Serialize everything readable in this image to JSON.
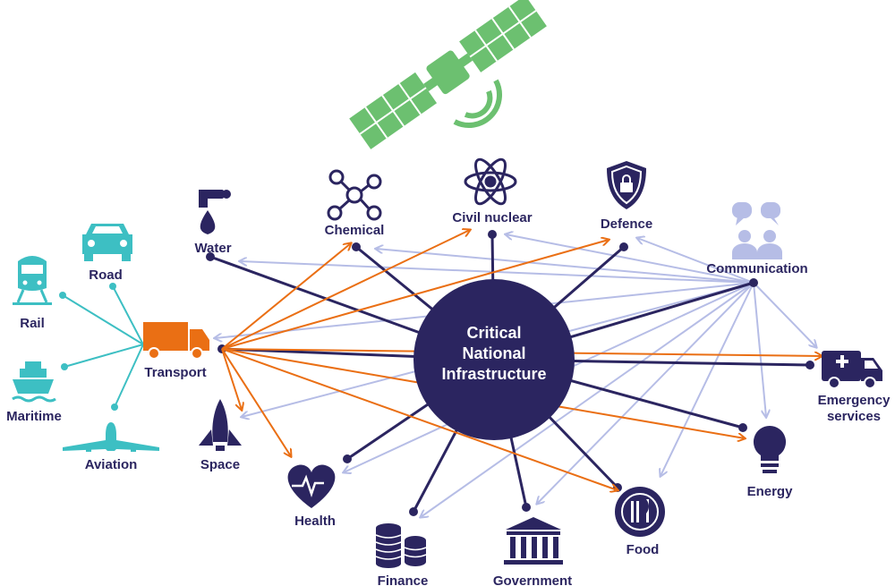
{
  "colors": {
    "navy": "#2b2560",
    "orange": "#ea6f14",
    "teal": "#3dbfc3",
    "lavender": "#b6bde6",
    "green": "#6cc070"
  },
  "center": {
    "line1": "Critical",
    "line2": "National",
    "line3": "Infrastructure"
  },
  "sectors": {
    "water": "Water",
    "chemical": "Chemical",
    "civil_nuclear": "Civil nuclear",
    "defence": "Defence",
    "communication": "Communication",
    "transport": "Transport",
    "emergency_line1": "Emergency",
    "emergency_line2": "services",
    "energy": "Energy",
    "food": "Food",
    "government": "Government",
    "finance": "Finance",
    "health": "Health",
    "space": "Space"
  },
  "transport_modes": {
    "rail": "Rail",
    "road": "Road",
    "maritime": "Maritime",
    "aviation": "Aviation"
  },
  "icons": {
    "satellite": "satellite-icon",
    "water": "tap-icon",
    "chemical": "molecule-icon",
    "civil_nuclear": "atom-icon",
    "defence": "shield-lock-icon",
    "communication": "people-chat-icon",
    "transport": "truck-icon",
    "emergency": "ambulance-icon",
    "energy": "lightbulb-icon",
    "food": "plate-icon",
    "government": "building-icon",
    "finance": "coins-icon",
    "health": "heart-icon",
    "space": "shuttle-icon",
    "rail": "train-icon",
    "road": "car-icon",
    "maritime": "ship-icon",
    "aviation": "plane-icon"
  }
}
